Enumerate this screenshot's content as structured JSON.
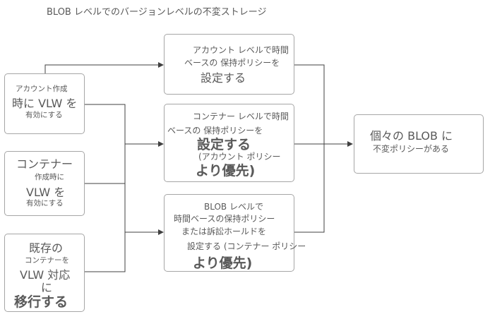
{
  "title": "BLOB レベルでのバージョンレベルの不変ストレージ",
  "left_boxes": [
    {
      "lines": [
        "アカウント作成",
        "時に VLW を",
        "有効にする"
      ]
    },
    {
      "lines": [
        "コンテナー",
        "作成時に",
        "VLW を",
        "有効にする"
      ]
    },
    {
      "lines": [
        "既存の",
        "コンテナーを",
        "VLW 対応",
        "に",
        "移行する"
      ]
    }
  ],
  "middle_boxes": [
    {
      "lines": [
        "アカウント レベルで時間",
        "ベースの 保持ポリシーを",
        "設定する"
      ]
    },
    {
      "lines": [
        "コンテナー レベルで時間",
        "ベースの 保持ポリシーを",
        "設定する",
        "(アカウント ポリシー",
        "より優先)"
      ]
    },
    {
      "lines": [
        "BLOB レベルで",
        "時間ベースの保持ポリシー",
        "または訴訟ホールドを",
        "設定する (コンテナー ポリシー",
        "より優先)"
      ]
    }
  ],
  "result_box": {
    "lines": [
      "個々の BLOB に",
      "不変ポリシーがある"
    ]
  }
}
